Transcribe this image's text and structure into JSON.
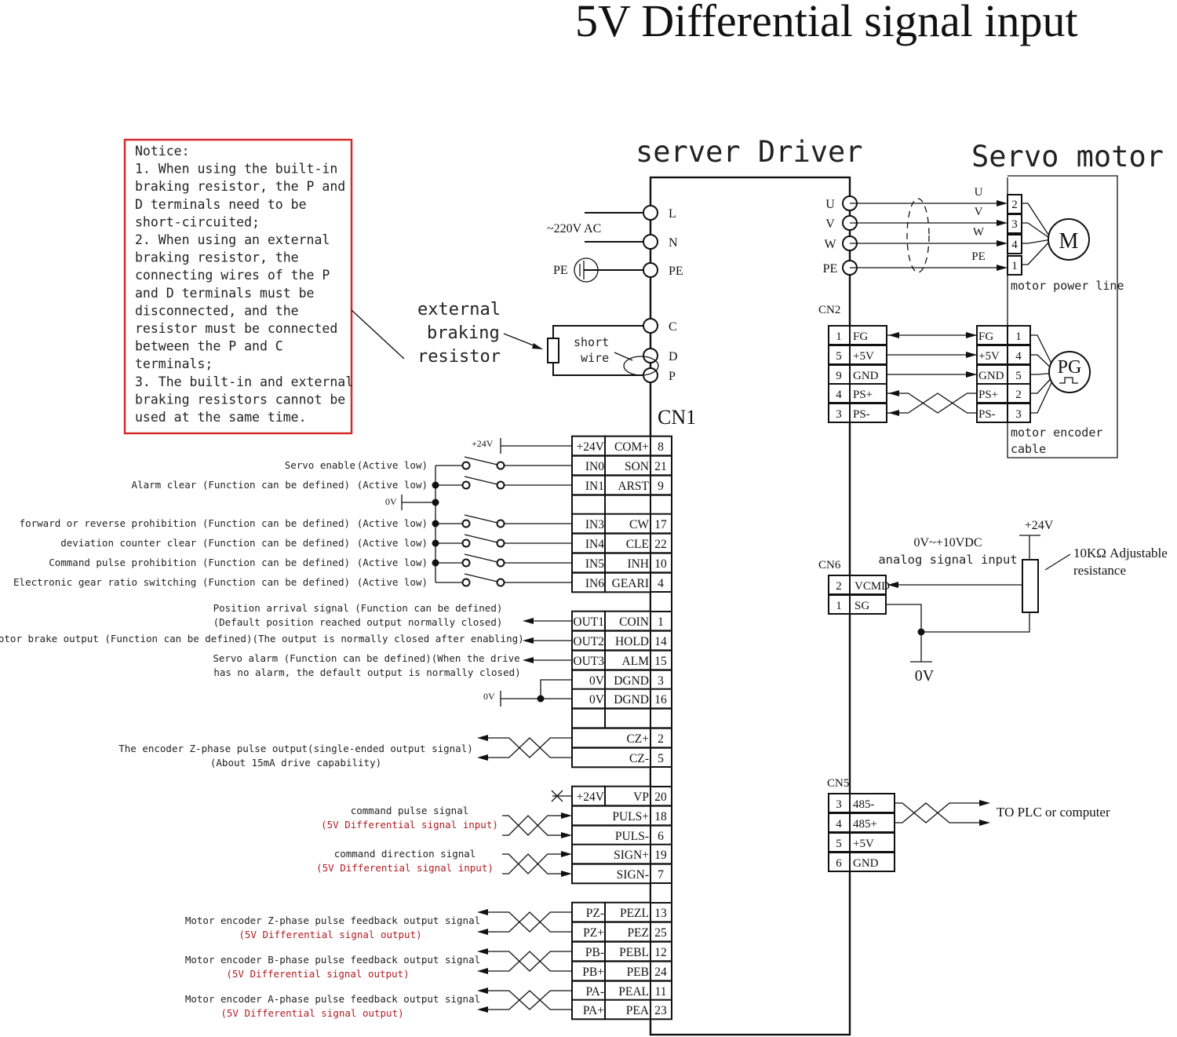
{
  "title": "5V Differential signal input",
  "driver": {
    "label": "server Driver",
    "cn1_label": "CN1",
    "power": {
      "ac_label": "~220V AC",
      "pe_left_label": "PE",
      "terminals": [
        "L",
        "N",
        "PE",
        "C",
        "D",
        "P"
      ],
      "short_wire_label": [
        "short",
        "wire"
      ],
      "external_resistor_label": [
        "external",
        "braking",
        "resistor"
      ]
    },
    "motor_terminals": [
      "U",
      "V",
      "W",
      "PE"
    ]
  },
  "notice": {
    "lines": [
      "Notice:",
      "1. When using the built-in",
      "braking resistor, the P and",
      "D terminals need to be",
      "short-circuited;",
      "2. When using an external",
      "braking resistor, the",
      "connecting wires of the P",
      "and D terminals must be",
      "disconnected, and the",
      "resistor must be connected",
      "between the P and C",
      "terminals;",
      "3. The built-in and external",
      "braking resistors cannot be",
      "used at the same time."
    ],
    "border_color": "#d42a2a"
  },
  "servo_motor": {
    "label": "Servo motor",
    "motor_symbol": "M",
    "encoder_symbol": "PG",
    "power_wires": [
      {
        "name": "U",
        "pin": "2"
      },
      {
        "name": "V",
        "pin": "3"
      },
      {
        "name": "W",
        "pin": "4"
      },
      {
        "name": "PE",
        "pin": "1"
      }
    ],
    "power_line_label": "motor power line",
    "encoder_pins": [
      {
        "signal": "FG",
        "pin": "1"
      },
      {
        "signal": "+5V",
        "pin": "4"
      },
      {
        "signal": "GND",
        "pin": "5"
      },
      {
        "signal": "PS+",
        "pin": "2"
      },
      {
        "signal": "PS-",
        "pin": "3"
      }
    ],
    "encoder_cable_label": [
      "motor encoder",
      "cable"
    ]
  },
  "cn2": {
    "label": "CN2",
    "rows": [
      {
        "pin": "1",
        "signal": "FG"
      },
      {
        "pin": "5",
        "signal": "+5V"
      },
      {
        "pin": "9",
        "signal": "GND"
      },
      {
        "pin": "4",
        "signal": "PS+"
      },
      {
        "pin": "3",
        "signal": "PS-"
      }
    ]
  },
  "cn1": {
    "supply_label_24v": "+24V",
    "ground_label_0v": "0V",
    "rows": [
      {
        "a": "+24V",
        "b": "COM+",
        "pin": "8",
        "desc": "",
        "active": ""
      },
      {
        "a": "IN0",
        "b": "SON",
        "pin": "21",
        "desc": "Servo enable",
        "active": "(Active low)"
      },
      {
        "a": "IN1",
        "b": "ARST",
        "pin": "9",
        "desc": "Alarm clear (Function can be defined)",
        "active": "(Active low)"
      },
      {
        "a": "",
        "b": "",
        "pin": "",
        "desc": "",
        "active": ""
      },
      {
        "a": "IN3",
        "b": "CW",
        "pin": "17",
        "desc": "forward or reverse prohibition (Function can be defined)",
        "active": "(Active low)"
      },
      {
        "a": "IN4",
        "b": "CLE",
        "pin": "22",
        "desc": "deviation counter clear (Function can be defined)",
        "active": "(Active low)"
      },
      {
        "a": "IN5",
        "b": "INH",
        "pin": "10",
        "desc": "Command pulse prohibition (Function can be defined)",
        "active": "(Active low)"
      },
      {
        "a": "IN6",
        "b": "GEARI",
        "pin": "4",
        "desc": "Electronic gear ratio switching (Function can be defined)",
        "active": "(Active low)"
      },
      {
        "a": "OUT1",
        "b": "COIN",
        "pin": "1"
      },
      {
        "a": "OUT2",
        "b": "HOLD",
        "pin": "14"
      },
      {
        "a": "OUT3",
        "b": "ALM",
        "pin": "15"
      },
      {
        "a": "0V",
        "b": "DGND",
        "pin": "3"
      },
      {
        "a": "0V",
        "b": "DGND",
        "pin": "16"
      },
      {
        "a": "",
        "b": "",
        "pin": ""
      },
      {
        "a": "",
        "b": "CZ+",
        "pin": "2"
      },
      {
        "a": "",
        "b": "CZ-",
        "pin": "5"
      },
      {
        "a": "+24V",
        "b": "VP",
        "pin": "20"
      },
      {
        "a": "",
        "b": "PULS+",
        "pin": "18"
      },
      {
        "a": "",
        "b": "PULS-",
        "pin": "6"
      },
      {
        "a": "",
        "b": "SIGN+",
        "pin": "19"
      },
      {
        "a": "",
        "b": "SIGN-",
        "pin": "7"
      },
      {
        "a": "PZ-",
        "b": "PEZL",
        "pin": "13"
      },
      {
        "a": "PZ+",
        "b": "PEZ",
        "pin": "25"
      },
      {
        "a": "PB-",
        "b": "PEBL",
        "pin": "12"
      },
      {
        "a": "PB+",
        "b": "PEB",
        "pin": "24"
      },
      {
        "a": "PA-",
        "b": "PEAL",
        "pin": "11"
      },
      {
        "a": "PA+",
        "b": "PEA",
        "pin": "23"
      }
    ],
    "output_descriptions": [
      [
        "Position arrival signal (Function can be defined)",
        "(Default position reached output normally closed)"
      ],
      [
        "Motor brake output (Function can be defined)(The output is normally closed after enabling)"
      ],
      [
        "Servo alarm (Function can be defined)(When the drive",
        "has no alarm, the default output is normally closed)"
      ]
    ],
    "cz_description": [
      "The encoder Z-phase pulse output(single-ended output signal)",
      "(About 15mA drive capability)"
    ],
    "pulse_description": [
      "command pulse signal",
      "(5V Differential signal input)"
    ],
    "direction_description": [
      "command direction signal",
      "(5V Differential signal input)"
    ],
    "feedback_descriptions": [
      [
        "Motor encoder Z-phase pulse feedback output signal",
        "(5V Differential signal output)"
      ],
      [
        "Motor encoder B-phase pulse feedback output signal",
        "(5V Differential signal output)"
      ],
      [
        "Motor encoder A-phase pulse feedback output signal",
        "(5V Differential signal output)"
      ]
    ],
    "highlight_color": "#b01c22"
  },
  "cn6": {
    "label": "CN6",
    "rows": [
      {
        "pin": "2",
        "signal": "VCMD"
      },
      {
        "pin": "1",
        "signal": "SG"
      }
    ],
    "analog_label": [
      "0V~+10VDC",
      "analog signal input"
    ],
    "supply_label": "+24V",
    "ground_label": "0V",
    "pot_label": [
      "10KΩ Adjustable",
      "resistance"
    ]
  },
  "cn5": {
    "label": "CN5",
    "rows": [
      {
        "pin": "3",
        "signal": "485-"
      },
      {
        "pin": "4",
        "signal": "485+"
      },
      {
        "pin": "5",
        "signal": "+5V"
      },
      {
        "pin": "6",
        "signal": "GND"
      }
    ],
    "target_label": "TO  PLC or computer"
  }
}
